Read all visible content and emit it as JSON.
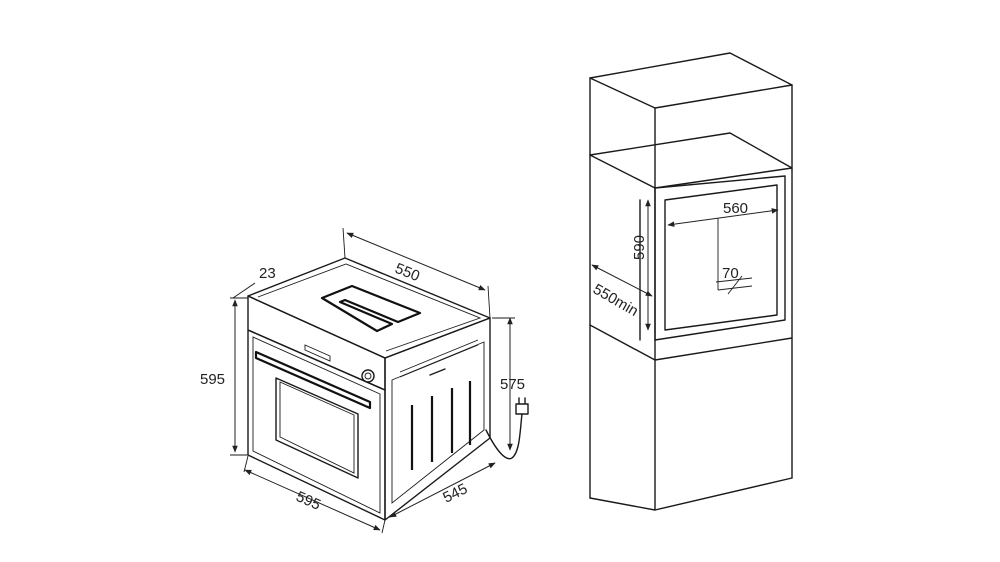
{
  "oven": {
    "dims": {
      "depth_top": "550",
      "panel_offset": "23",
      "height": "595",
      "body_height": "575",
      "width": "595",
      "side_depth": "545"
    }
  },
  "cabinet": {
    "dims": {
      "cutout_width": "560",
      "cutout_height": "590",
      "depth_min": "550min",
      "vent_gap": "70"
    }
  }
}
